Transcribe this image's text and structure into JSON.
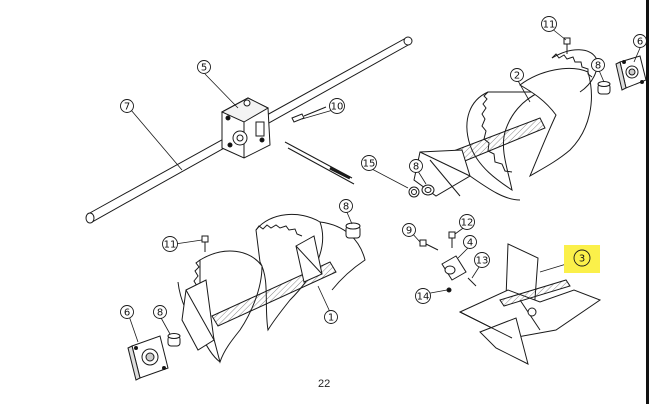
{
  "page": {
    "number": "22"
  },
  "colors": {
    "highlight": "#fbf04a",
    "ink": "#1a1a1a",
    "paper": "#ffffff"
  },
  "callouts": [
    {
      "label": "1",
      "part": "auger-left"
    },
    {
      "label": "2",
      "part": "auger-right"
    },
    {
      "label": "3",
      "part": "impeller",
      "highlighted": true
    },
    {
      "label": "4",
      "part": "bushing"
    },
    {
      "label": "5",
      "part": "gearbox"
    },
    {
      "label": "6",
      "part": "flange-bearing"
    },
    {
      "label": "6",
      "part": "flange-bearing"
    },
    {
      "label": "7",
      "part": "auger-shaft"
    },
    {
      "label": "8",
      "part": "bushing"
    },
    {
      "label": "8",
      "part": "bushing"
    },
    {
      "label": "8",
      "part": "bushing"
    },
    {
      "label": "8",
      "part": "bushing"
    },
    {
      "label": "9",
      "part": "bolt"
    },
    {
      "label": "10",
      "part": "key"
    },
    {
      "label": "11",
      "part": "shear-bolt"
    },
    {
      "label": "11",
      "part": "shear-bolt"
    },
    {
      "label": "12",
      "part": "bolt"
    },
    {
      "label": "13",
      "part": "roll-pin"
    },
    {
      "label": "14",
      "part": "nut"
    },
    {
      "label": "15",
      "part": "washer"
    }
  ]
}
